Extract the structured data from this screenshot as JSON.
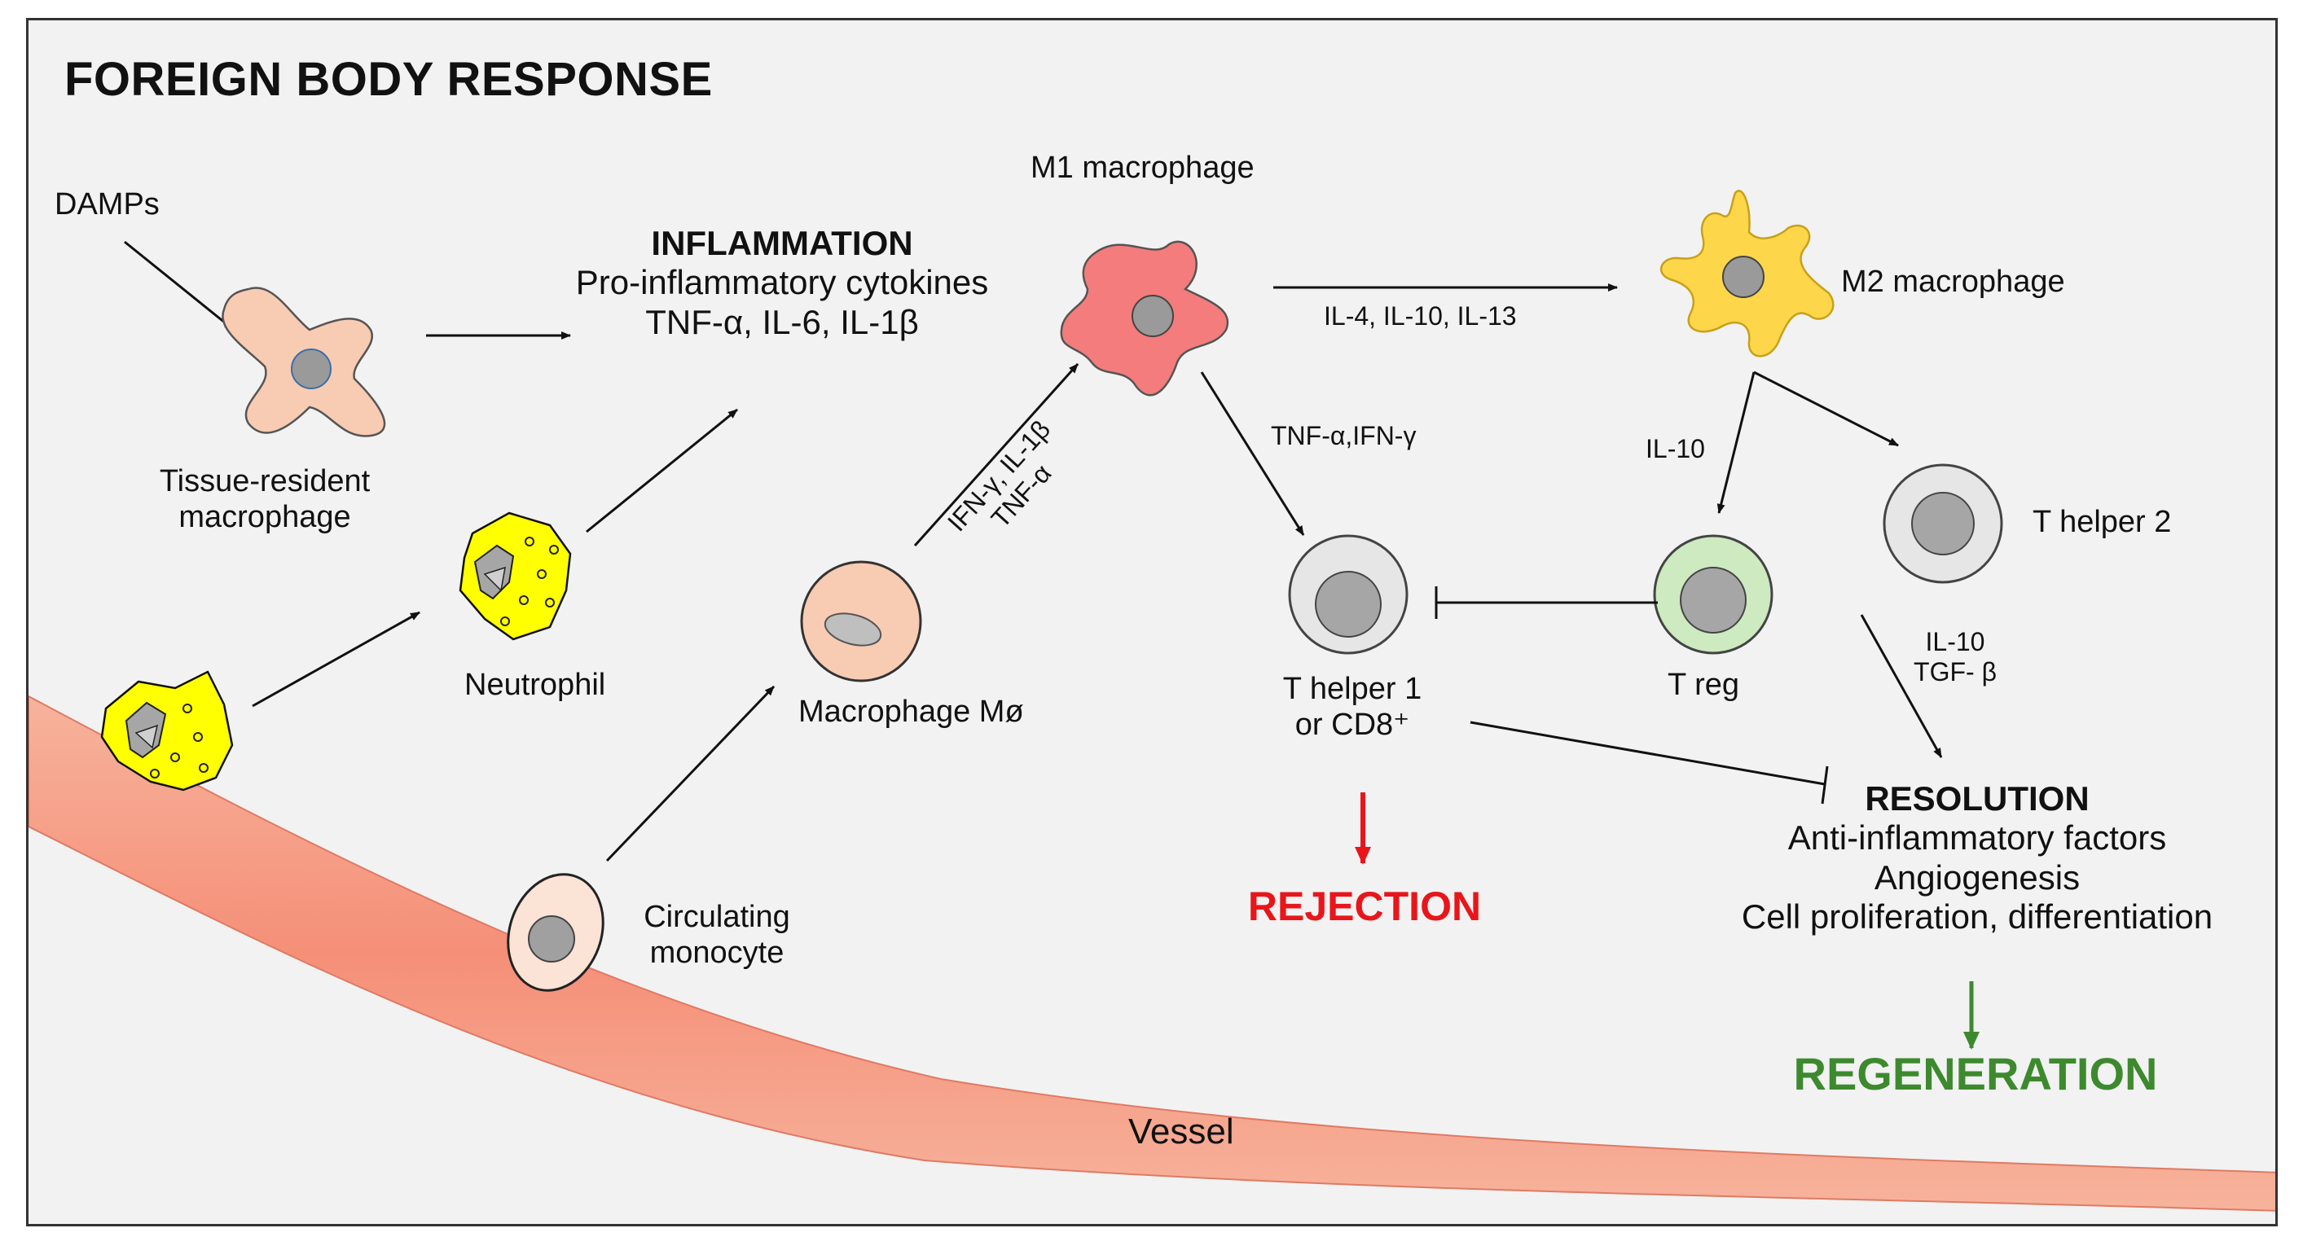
{
  "title": "FOREIGN BODY RESPONSE",
  "nodes": {
    "damps": "DAMPs",
    "tissue_resident": [
      "Tissue-resident",
      "macrophage"
    ],
    "neutrophil": "Neutrophil",
    "monocyte": [
      "Circulating",
      "monocyte"
    ],
    "macrophage": "Macrophage Mø",
    "m1": "M1 macrophage",
    "m2": "M2 macrophage",
    "th1": [
      "T helper 1",
      "or CD8⁺"
    ],
    "treg": "T reg",
    "th2": "T helper 2",
    "vessel": "Vessel"
  },
  "inflammation": {
    "heading": "INFLAMMATION",
    "line1": "Pro-inflammatory cytokines",
    "line2": "TNF-α, IL-6, IL-1β"
  },
  "cytokines": {
    "m1_to_m2": "IL-4,  IL-10, IL-13",
    "m1_to_th1": "TNF-α,IFN-γ",
    "mac_to_m1_a": "IFN-γ, IL-1β",
    "mac_to_m1_b": "TNF-α",
    "m2_to_treg": "IL-10",
    "to_resolution_a": "IL-10",
    "to_resolution_b": "TGF- β"
  },
  "resolution": {
    "heading": "RESOLUTION",
    "line1": "Anti-inflammatory factors",
    "line2": "Angiogenesis",
    "line3": "Cell proliferation, differentiation"
  },
  "outcomes": {
    "rejection": "REJECTION",
    "regeneration": "REGENERATION"
  },
  "colors": {
    "tissue_macrophage": "#f8cbb3",
    "neutrophil": "#ffff00",
    "m1": "#f47c7c",
    "m2": "#fdd64a",
    "treg": "#cdeac0",
    "t_cell": "#d9d9d9",
    "vessel": "#f6a58c",
    "rejection": "#e8161b",
    "regeneration": "#3d8a2e"
  }
}
